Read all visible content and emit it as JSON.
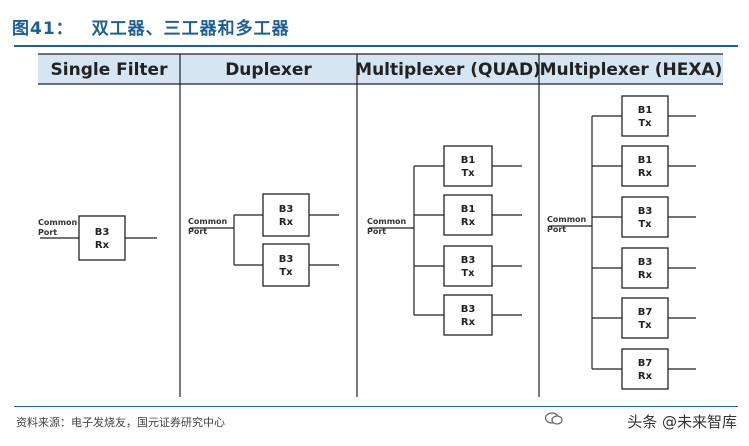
{
  "figure": {
    "number": "图41：",
    "title": "双工器、三工器和多工器"
  },
  "columns": [
    {
      "header": "Single Filter",
      "port": [
        "Common",
        "Port"
      ],
      "boxes": [
        [
          "B3",
          "Rx"
        ]
      ]
    },
    {
      "header": "Duplexer",
      "port": [
        "Common",
        "Port"
      ],
      "boxes": [
        [
          "B3",
          "Rx"
        ],
        [
          "B3",
          "Tx"
        ]
      ]
    },
    {
      "header": "Multiplexer (QUAD)",
      "port": [
        "Common",
        "Port"
      ],
      "boxes": [
        [
          "B1",
          "Tx"
        ],
        [
          "B1",
          "Rx"
        ],
        [
          "B3",
          "Tx"
        ],
        [
          "B3",
          "Rx"
        ]
      ]
    },
    {
      "header": "Multiplexer (HEXA)",
      "port": [
        "Common",
        "Port"
      ],
      "boxes": [
        [
          "B1",
          "Tx"
        ],
        [
          "B1",
          "Rx"
        ],
        [
          "B3",
          "Tx"
        ],
        [
          "B3",
          "Rx"
        ],
        [
          "B7",
          "Tx"
        ],
        [
          "B7",
          "Rx"
        ]
      ]
    }
  ],
  "source": "资料来源：电子发烧友，国元证券研究中心",
  "watermark": "头条 @未来智库",
  "colors": {
    "header_bg": "#d5e5f1",
    "title": "#1f5f94",
    "line": "#222222"
  }
}
